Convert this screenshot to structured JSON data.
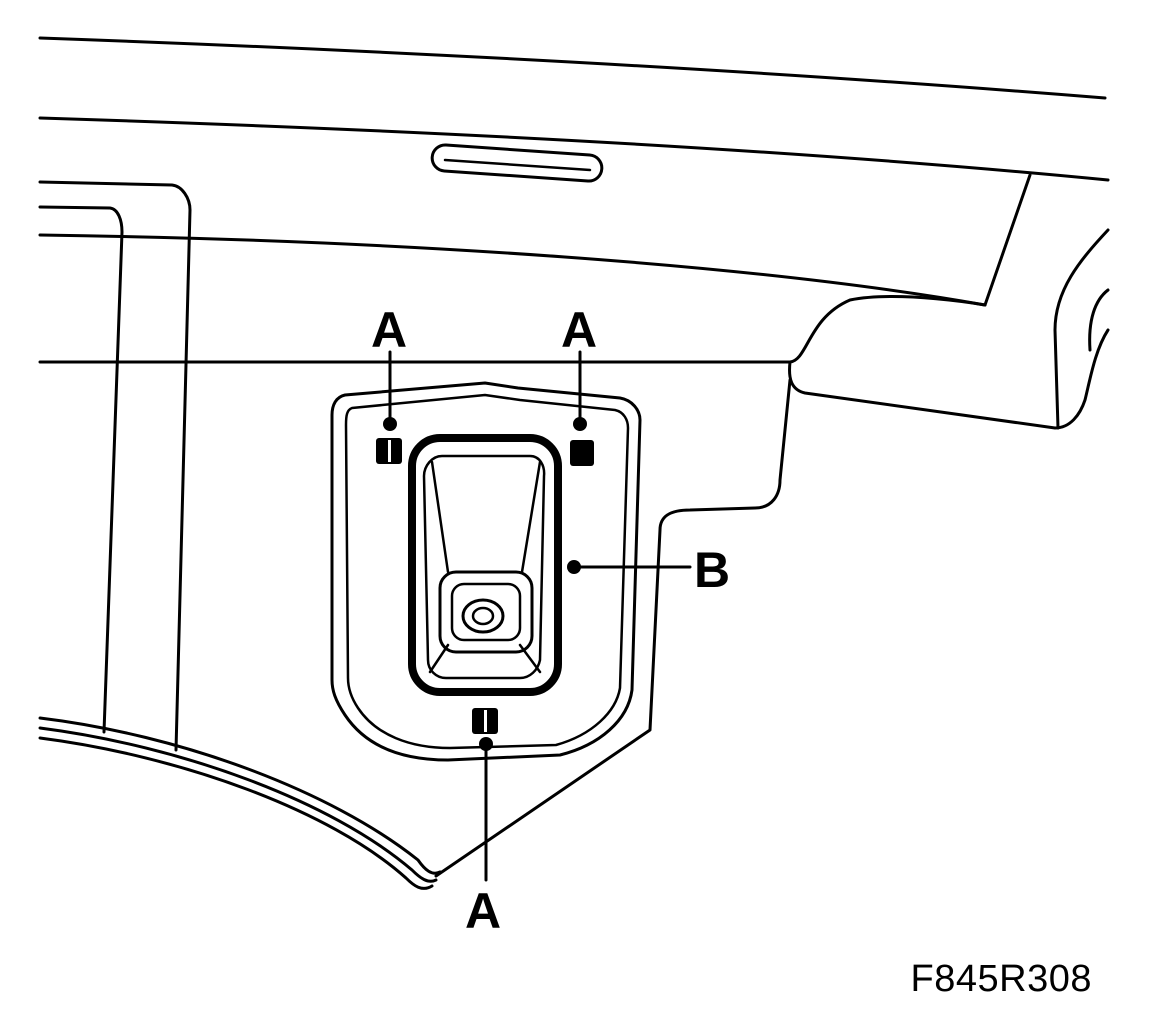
{
  "callouts": {
    "clip_label": "A",
    "panel_label": "B"
  },
  "figure_id": "F845R308"
}
